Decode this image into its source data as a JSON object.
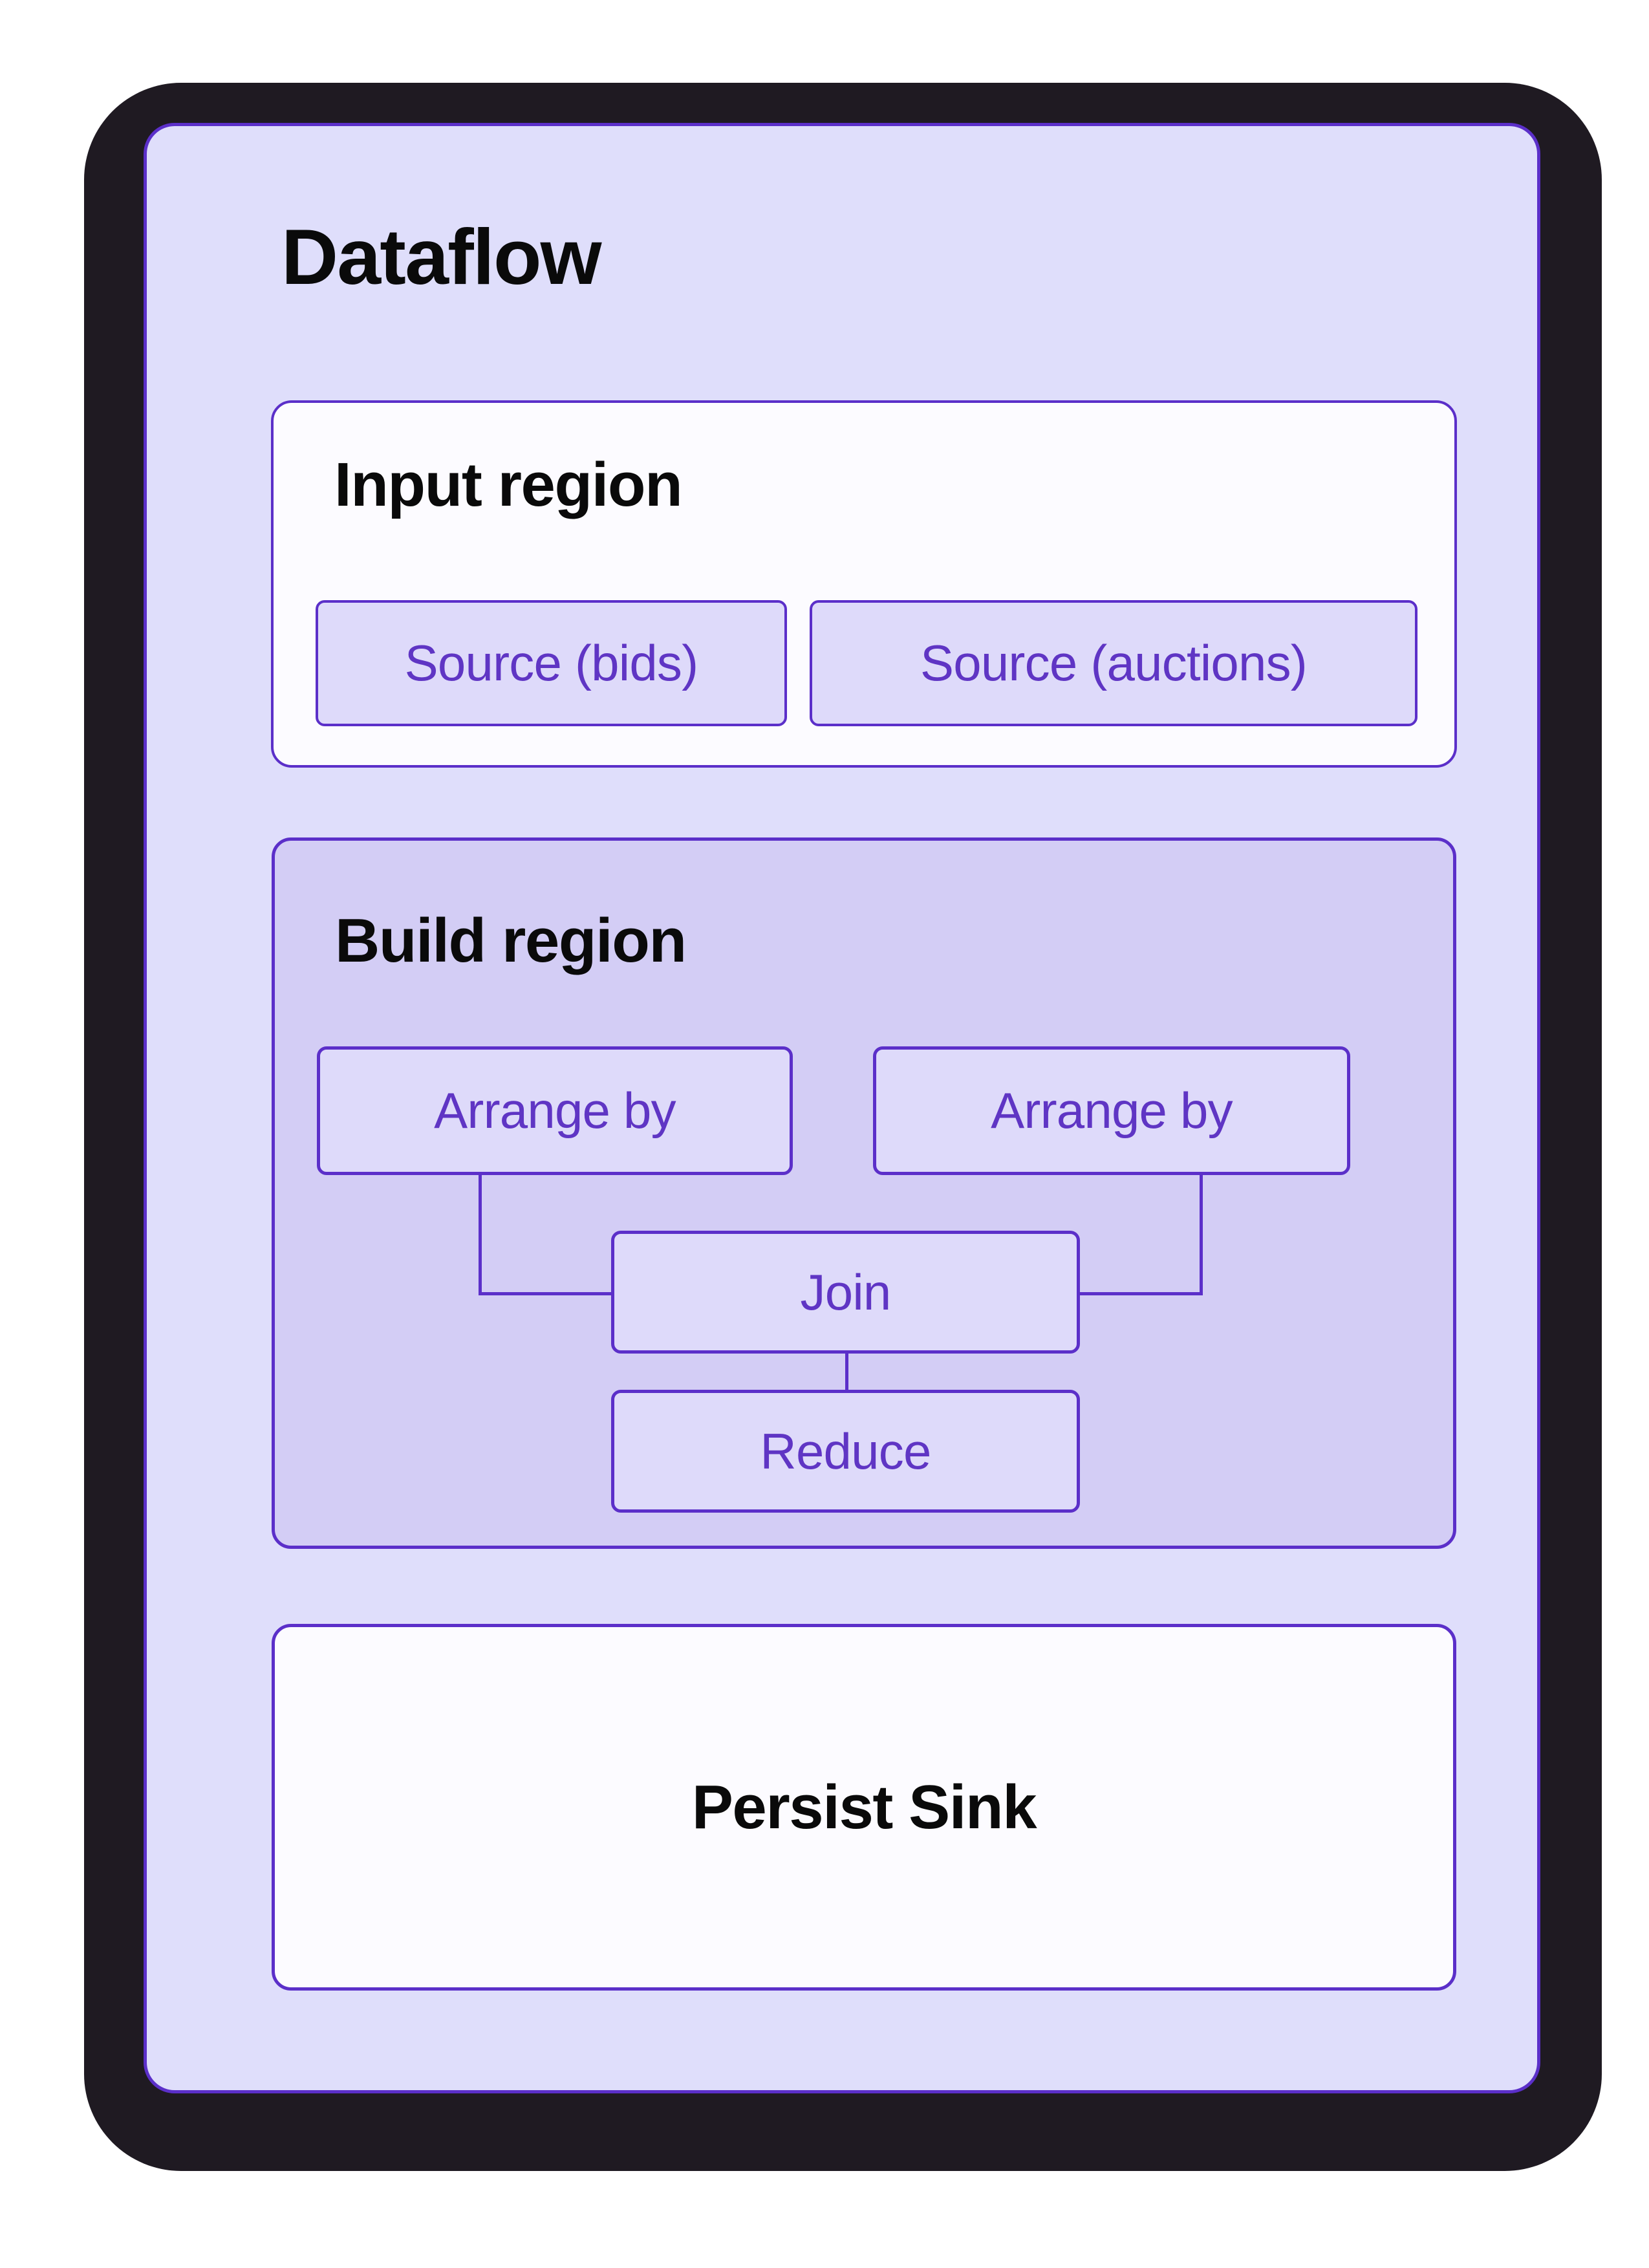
{
  "title": "Dataflow",
  "input_region": {
    "title": "Input region",
    "nodes": [
      {
        "label": "Source (bids)"
      },
      {
        "label": "Source (auctions)"
      }
    ]
  },
  "build_region": {
    "title": "Build region",
    "arrange_left": "Arrange by",
    "arrange_right": "Arrange by",
    "join": "Join",
    "reduce": "Reduce"
  },
  "sink_region": {
    "label": "Persist Sink"
  },
  "colors": {
    "accent": "#5b2fc9",
    "node_text": "#5f35c4",
    "panel_bg": "#dfdefb",
    "build_bg": "#d3cdf5",
    "card_bg": "#fcfbff",
    "node_bg": "#dedafa",
    "frame": "#1f1a22",
    "text": "#0a0a0a"
  }
}
